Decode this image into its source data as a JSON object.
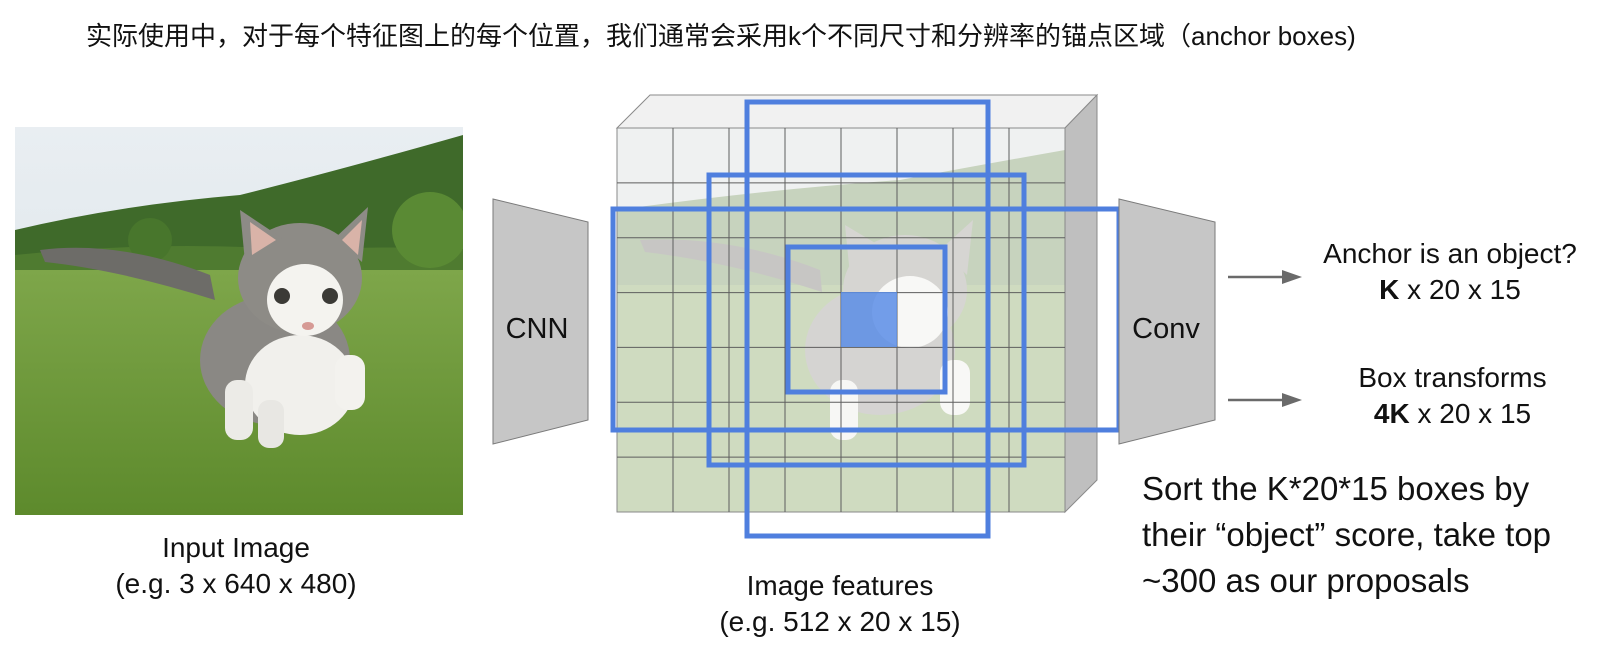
{
  "heading": "实际使用中，对于每个特征图上的每个位置，我们通常会采用k个不同尺寸和分辨率的锚点区域（anchor boxes)",
  "input": {
    "caption_line1": "Input Image",
    "caption_line2": "(e.g. 3 x 640 x 480)"
  },
  "cnn_label": "CNN",
  "features": {
    "caption_line1": "Image features",
    "caption_line2": "(e.g. 512 x 20 x 15)"
  },
  "conv_label": "Conv",
  "outputs": {
    "objectness_line1": "Anchor is an object?",
    "objectness_bold": "K",
    "objectness_rest": " x 20 x 15",
    "transform_line1": "Box transforms",
    "transform_bold": "4K",
    "transform_rest": " x 20 x 15"
  },
  "sort_text": "Sort the K*20*15 boxes by their “object” score, take top ~300 as our proposals",
  "colors": {
    "anchor_box": "#4f7fde",
    "anchor_center": "#5b8de6",
    "funnel": "#c6c6c6",
    "feature_side": "#bfbfbf",
    "grass": "#6e9a3a"
  }
}
